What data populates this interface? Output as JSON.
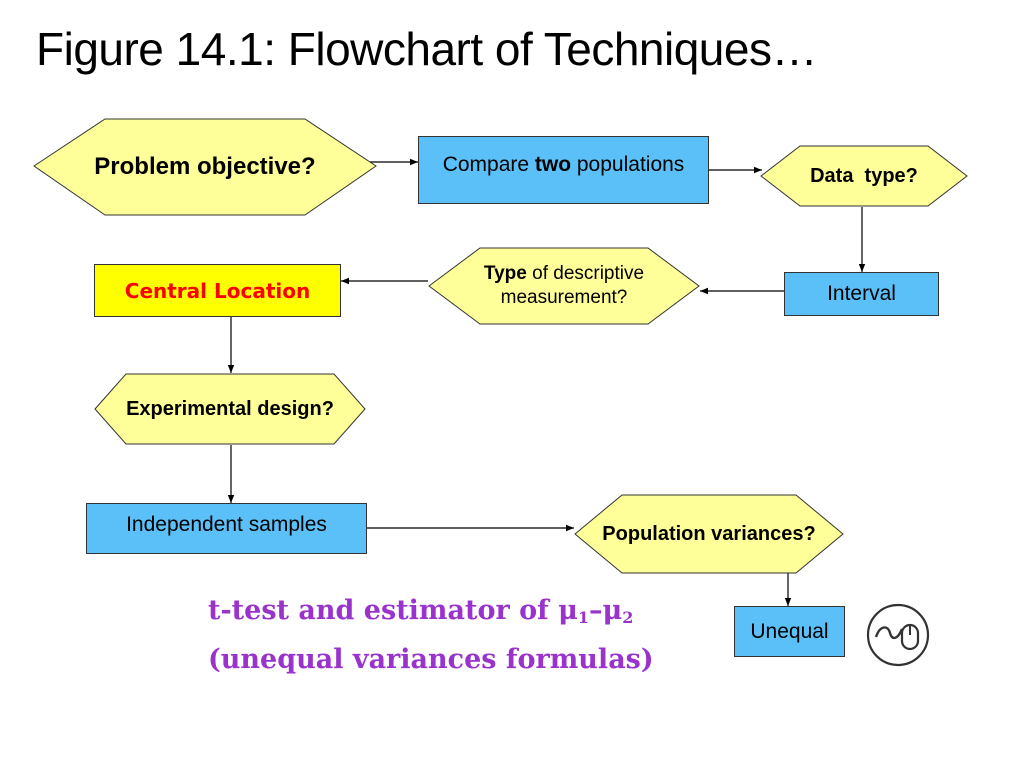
{
  "title": "Figure 14.1: Flowchart of Techniques…",
  "nodes": {
    "problem_objective": "Problem objective?",
    "compare_pre": "Compare ",
    "compare_bold": "two",
    "compare_post": " populations",
    "data_type": "Data  type?",
    "interval": "Interval",
    "type_bold": "Type",
    "type_rest": " of descriptive measurement?",
    "central_location": "Central Location",
    "experimental_design": "Experimental design?",
    "independent_samples": "Independent samples",
    "population_variances": "Population variances?",
    "unequal": "Unequal"
  },
  "result": {
    "line1_pre": "t-test and estimator of ",
    "mu": "μ",
    "sub1": "1",
    "dash": "–",
    "sub2": "2",
    "line2": "(unequal variances formulas)"
  },
  "colors": {
    "diamond_fill": "#ffff99",
    "box_fill": "#5bc0f8",
    "central_fill": "#ffff00",
    "central_text": "#ff0000",
    "result_text": "#9a32cd"
  },
  "icons": {
    "action_button": "mouse-cursor-icon"
  }
}
